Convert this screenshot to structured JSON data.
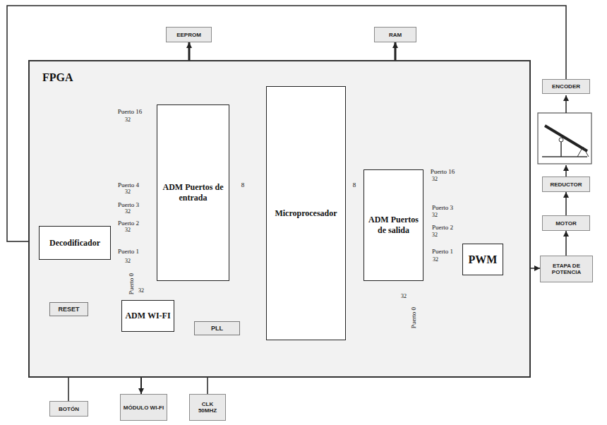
{
  "diagram": {
    "nodes": [
      {
        "text": [
          "EEPROM"
        ]
      },
      {
        "text": [
          "RAM"
        ]
      },
      {
        "text": [
          "FPGA"
        ]
      },
      {
        "text": [
          "ENCODER"
        ]
      },
      {
        "text": [
          "Decodificador"
        ],
        "in": 2
      },
      {
        "text": [
          "ADM Puertos de entrada"
        ],
        "in": 2
      },
      {
        "text": [
          "Microprocesador"
        ],
        "in": 2
      },
      {
        "text": [
          "ADM Puertos de salida"
        ],
        "in": 2
      },
      {
        "text": [
          "PWM"
        ],
        "in": 2
      },
      {
        "text": [
          "REDUCTOR"
        ]
      },
      {
        "text": [
          "MOTOR"
        ]
      },
      {
        "text": [
          "ETAPA DE POTENCIA"
        ]
      },
      {
        "text": [
          "RESET"
        ],
        "in": 2
      },
      {
        "text": [
          "ADM WI-FI"
        ],
        "in": 2
      },
      {
        "text": [
          "PLL"
        ],
        "in": 2
      },
      {
        "text": [
          "BOTÓN"
        ]
      },
      {
        "text": [
          "MÓDULO WI-FI"
        ]
      },
      {
        "text": [
          "CLK 50MHZ"
        ]
      }
    ],
    "edges": [
      {
        "from": 6,
        "to": 0,
        "arrow": "both"
      },
      {
        "from": 6,
        "to": 1,
        "arrow": "both"
      },
      {
        "from": 3,
        "to": 4,
        "arrow": "to"
      },
      {
        "from": 4,
        "to": 5,
        "arrow": "to"
      },
      {
        "from": 5,
        "to": 6,
        "arrow": "to"
      },
      {
        "from": 6,
        "to": 7,
        "arrow": "to"
      },
      {
        "from": 7,
        "to": 8,
        "label": "Puerto 1",
        "arrow": "to"
      },
      {
        "from": 8,
        "to": 11,
        "arrow": "to"
      },
      {
        "from": 11,
        "to": 10,
        "arrow": "to"
      },
      {
        "from": 10,
        "to": 9,
        "arrow": "to"
      },
      {
        "from": 13,
        "to": 5,
        "label": "Puerto 0",
        "arrow": "to"
      },
      {
        "from": 7,
        "to": 13,
        "label": "Puerto 0",
        "arrow": "to"
      },
      {
        "from": 13,
        "to": 16,
        "arrow": "both"
      },
      {
        "from": 6,
        "to": 5,
        "arrow": "to"
      },
      {
        "from": 14,
        "to": 6,
        "arrow": "to"
      },
      {
        "from": 17,
        "to": 14,
        "arrow": "to"
      },
      {
        "from": 15,
        "to": 12,
        "arrow": "to"
      }
    ],
    "labels": [
      "Puerto 16",
      "32",
      "Puerto 4",
      "32",
      "Puerto 3",
      "32",
      "Puerto 2",
      "32",
      "Puerto 1",
      "32",
      "32",
      "8",
      "8",
      "Puerto 16",
      "32",
      "Puerto 3",
      "32",
      "Puerto 2",
      "32",
      "32",
      "32"
    ]
  }
}
